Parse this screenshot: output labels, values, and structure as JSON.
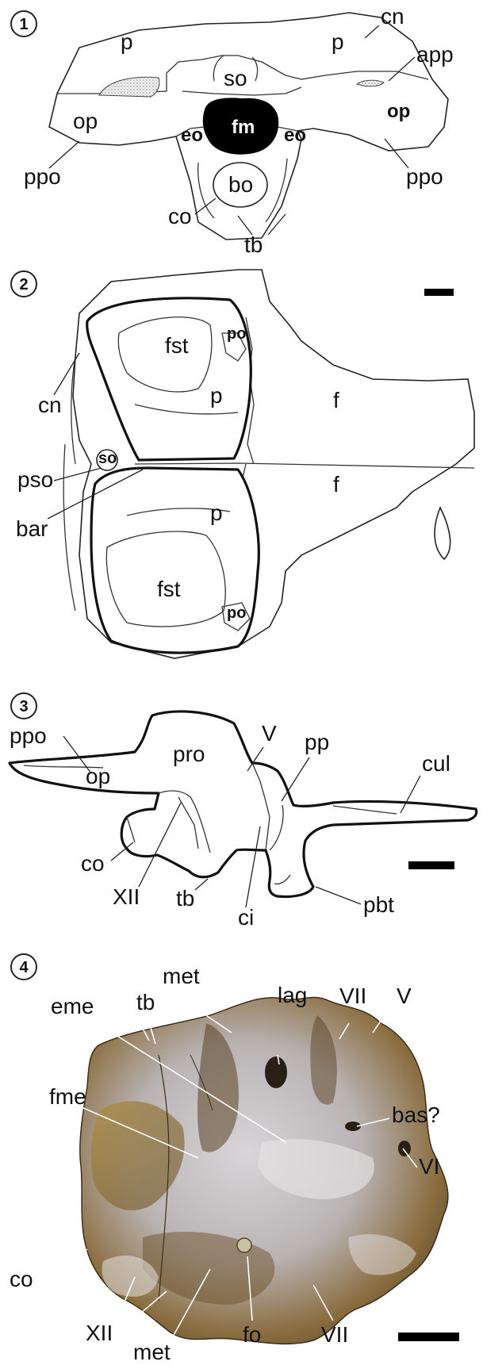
{
  "panels": [
    {
      "number": "1",
      "labels": {
        "cn": "cn",
        "app": "app",
        "p_left": "p",
        "p_right": "p",
        "so": "so",
        "fm": "fm",
        "eo_left": "eo",
        "eo_right": "eo",
        "op_left": "op",
        "op_right": "op",
        "ppo_left": "ppo",
        "ppo_right": "ppo",
        "bo": "bo",
        "co": "co",
        "tb": "tb"
      }
    },
    {
      "number": "2",
      "labels": {
        "fst_top": "fst",
        "po_top": "po",
        "p_top": "p",
        "f_top": "f",
        "cn": "cn",
        "so": "so",
        "pso": "pso",
        "bar": "bar",
        "p_bottom": "p",
        "f_bottom": "f",
        "fst_bottom": "fst",
        "po_bottom": "po"
      }
    },
    {
      "number": "3",
      "labels": {
        "ppo": "ppo",
        "op": "op",
        "pro": "pro",
        "V": "V",
        "pp": "pp",
        "cul": "cul",
        "co": "co",
        "XII": "XII",
        "tb": "tb",
        "ci": "ci",
        "pbt": "pbt"
      }
    },
    {
      "number": "4",
      "labels": {
        "met_top": "met",
        "lag": "lag",
        "VII_top": "VII",
        "V": "V",
        "tb": "tb",
        "eme": "eme",
        "fme": "fme",
        "bas": "bas?",
        "VI": "VI",
        "co": "co",
        "XII": "XII",
        "met_bottom": "met",
        "fo": "fo",
        "VII_bottom": "VII"
      }
    }
  ],
  "colors": {
    "outline": "#222222",
    "foramen_fill": "#000000",
    "bone_light": "#c9c6c8",
    "bone_dark": "#6e5330",
    "bone_ochre": "#a88a4a",
    "scale_bar": "#000000"
  }
}
